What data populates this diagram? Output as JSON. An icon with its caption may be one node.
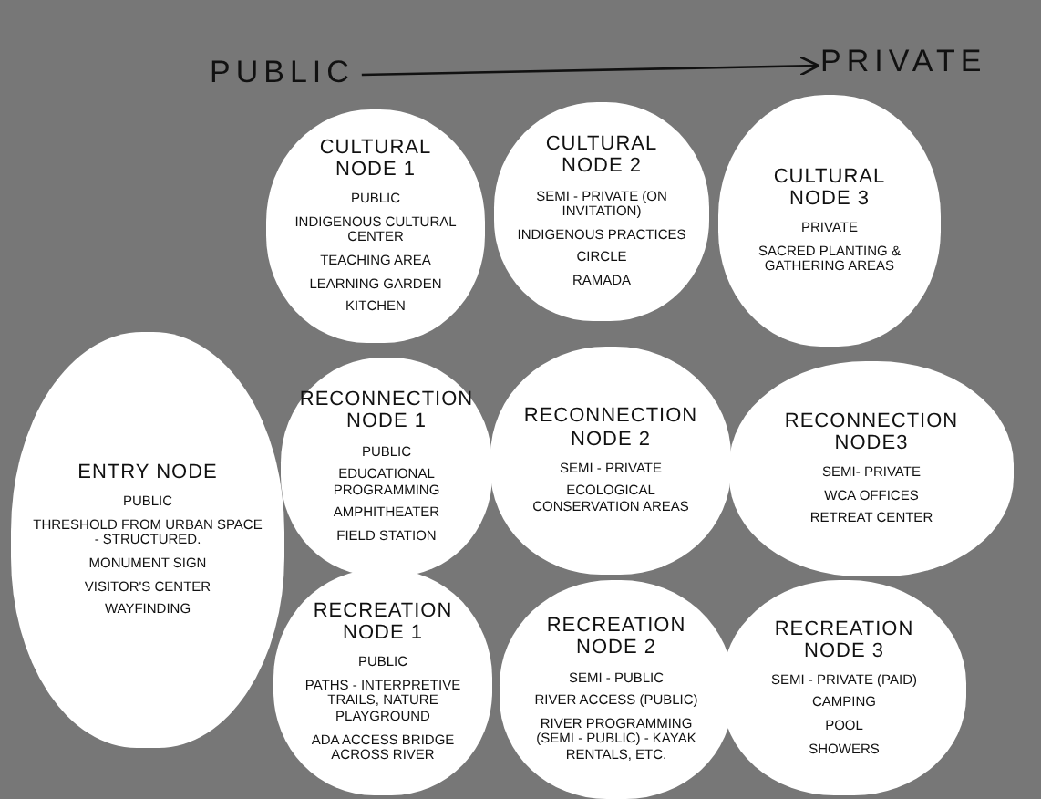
{
  "diagram": {
    "nodes": [
      {
        "text": [
          "PUBLIC"
        ]
      },
      {
        "text": [
          "PRIVATE"
        ]
      },
      {
        "text": [
          "ENTRY NODE",
          "PUBLIC",
          "THRESHOLD FROM URBAN SPACE - STRUCTURED.",
          "MONUMENT SIGN",
          "VISITOR'S CENTER",
          "WAYFINDING"
        ]
      },
      {
        "text": [
          "CULTURAL NODE 1",
          "PUBLIC",
          "INDIGENOUS CULTURAL CENTER",
          "TEACHING AREA",
          "LEARNING GARDEN",
          "KITCHEN"
        ]
      },
      {
        "text": [
          "CULTURAL NODE 2",
          "SEMI - PRIVATE (ON INVITATION)",
          "INDIGENOUS PRACTICES",
          "CIRCLE",
          "RAMADA"
        ]
      },
      {
        "text": [
          "CULTURAL NODE 3",
          "PRIVATE",
          "SACRED PLANTING & GATHERING AREAS"
        ]
      },
      {
        "text": [
          "RECONNECTION NODE 1",
          "PUBLIC",
          "EDUCATIONAL PROGRAMMING",
          "AMPHITHEATER",
          "FIELD STATION"
        ]
      },
      {
        "text": [
          "RECONNECTION NODE 2",
          "SEMI - PRIVATE",
          "ECOLOGICAL CONSERVATION AREAS"
        ]
      },
      {
        "text": [
          "RECONNECTION NODE3",
          "SEMI- PRIVATE",
          "WCA OFFICES",
          "RETREAT CENTER"
        ]
      },
      {
        "text": [
          "RECREATION NODE 1",
          "PUBLIC",
          "PATHS - INTERPRETIVE TRAILS, NATURE PLAYGROUND",
          "ADA ACCESS BRIDGE ACROSS RIVER"
        ]
      },
      {
        "text": [
          "RECREATION NODE 2",
          "SEMI - PUBLIC",
          "RIVER ACCESS (PUBLIC)",
          "RIVER PROGRAMMING (SEMI - PUBLIC) - KAYAK RENTALS, ETC."
        ]
      },
      {
        "text": [
          "RECREATION NODE 3",
          "SEMI - PRIVATE (PAID)",
          "CAMPING",
          "POOL",
          "SHOWERS"
        ]
      }
    ],
    "edges": [
      {
        "from": 0,
        "to": 1,
        "arrow": "to"
      }
    ]
  }
}
